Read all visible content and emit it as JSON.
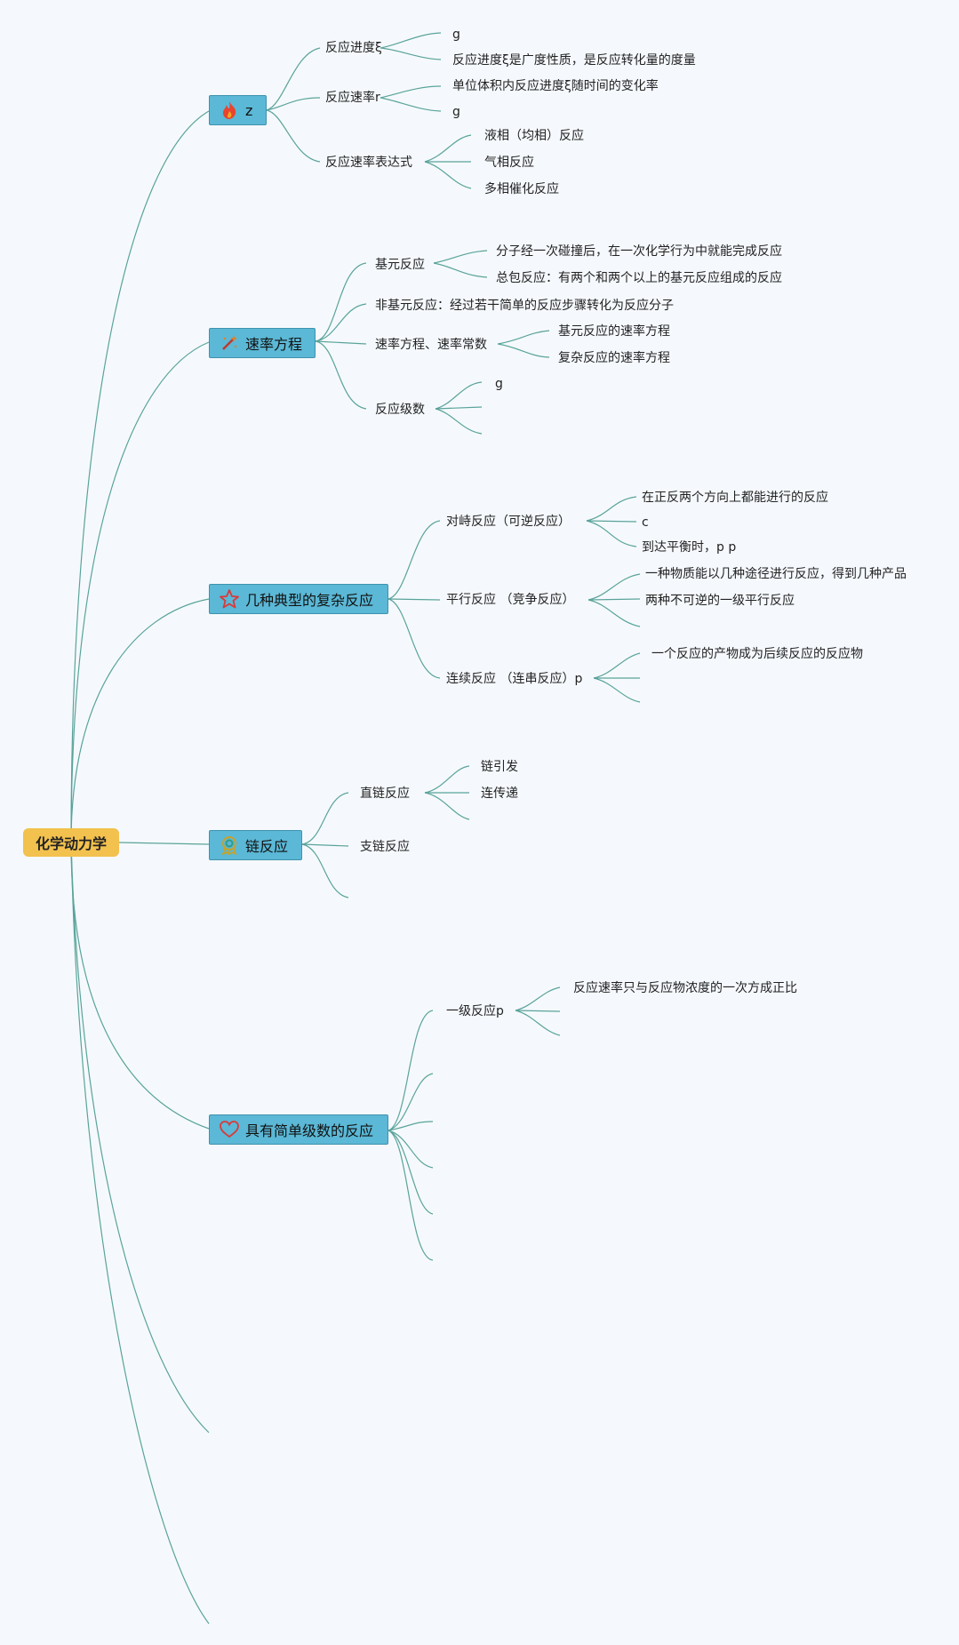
{
  "root": {
    "label": "化学动力学"
  },
  "branches": [
    {
      "label": "z",
      "icon": "fire-icon",
      "children": [
        {
          "label": "反应进度ξ",
          "children": [
            "g",
            "反应进度ξ是广度性质，是反应转化量的度量"
          ]
        },
        {
          "label": "反应速率r",
          "children": [
            "单位体积内反应进度ξ随时间的变化率",
            "g"
          ]
        },
        {
          "label": "反应速率表达式",
          "children": [
            "液相（均相）反应",
            "气相反应",
            "多相催化反应"
          ]
        }
      ]
    },
    {
      "label": "速率方程",
      "icon": "magic-wand-icon",
      "children": [
        {
          "label": "基元反应",
          "children": [
            "分子经一次碰撞后，在一次化学行为中就能完成反应",
            "总包反应：有两个和两个以上的基元反应组成的反应"
          ]
        },
        {
          "label": "非基元反应：经过若干简单的反应步骤转化为反应分子"
        },
        {
          "label": "速率方程、速率常数",
          "children": [
            "基元反应的速率方程",
            "复杂反应的速率方程"
          ]
        },
        {
          "label": "反应级数",
          "children": [
            "g"
          ]
        }
      ]
    },
    {
      "label": "几种典型的复杂反应",
      "icon": "star-icon",
      "children": [
        {
          "label": "对峙反应（可逆反应）",
          "children": [
            "在正反两个方向上都能进行的反应",
            "c",
            "到达平衡时，p p"
          ]
        },
        {
          "label": "平行反应 （竞争反应）",
          "children": [
            "一种物质能以几种途径进行反应，得到几种产品",
            "两种不可逆的一级平行反应"
          ]
        },
        {
          "label": "连续反应 （连串反应）p",
          "children": [
            "一个反应的产物成为后续反应的反应物"
          ]
        }
      ]
    },
    {
      "label": "链反应",
      "icon": "badge-icon",
      "children": [
        {
          "label": "直链反应",
          "children": [
            "链引发",
            "连传递"
          ]
        },
        {
          "label": "支链反应"
        }
      ]
    },
    {
      "label": "具有简单级数的反应",
      "icon": "heart-icon",
      "children": [
        {
          "label": "一级反应p",
          "children": [
            "反应速率只与反应物浓度的一次方成正比"
          ]
        }
      ]
    }
  ],
  "colors": {
    "link": "#5aa39a",
    "root": "#f2c14e",
    "branch": "#5bb8d6"
  }
}
